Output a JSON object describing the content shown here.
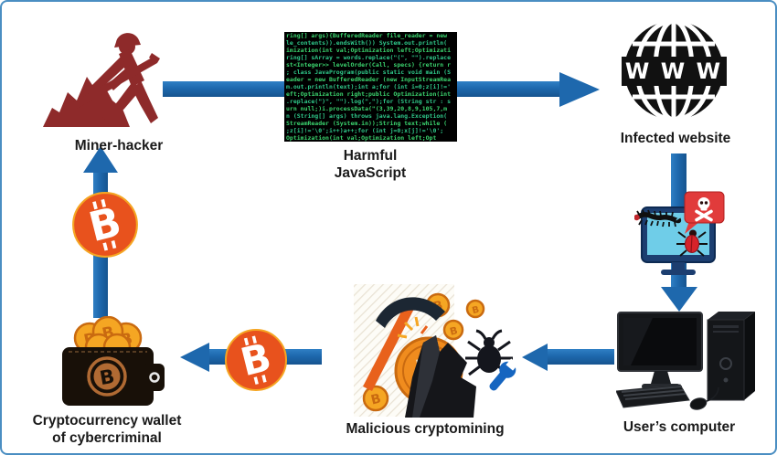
{
  "colors": {
    "arrow": "#1e68ad",
    "maroon": "#8e2a2a",
    "btc": "#e8521d",
    "btc_rim": "#f5a623",
    "gold": "#f5a623",
    "gold_dark": "#c96a10",
    "coin_orange": "#f08c1e",
    "border": "#4a8ec2",
    "code_bg": "#000000",
    "code_green": "#3bd56f",
    "label": "#1a1a1a",
    "navy": "#1c3e70",
    "screen_blue": "#6fcde8",
    "alert_red": "#e13b3b",
    "black_icon": "#111111",
    "wallet_black": "#181008",
    "wallet_brown": "#b06a33",
    "wrench_blue": "#1565c0",
    "rock": "#15161a"
  },
  "nodes": {
    "miner_hacker": {
      "label": "Miner-hacker"
    },
    "harmful_javascript": {
      "line1": "Harmful",
      "line2": "JavaScript"
    },
    "infected_website": {
      "label": "Infected website"
    },
    "users_computer": {
      "label": "User’s computer"
    },
    "malicious_cryptomining": {
      "label": "Malicious cryptomining"
    },
    "crypto_wallet": {
      "line1": "Cryptocurrency wallet",
      "line2": "of cybercriminal"
    }
  },
  "code_block": {
    "lines": [
      "ring[] args){BufferedReader file_reader = new",
      "le_contents)).endsWith()) System.out.println(",
      "imization(int val;Optimization left;Optimizati",
      "ring[] sArray = words.replace(\"(\", \"\").replace",
      "st<Integer>> levelOrder(Call, specs) {return r",
      "; class JavaProgram(public static void main (S",
      "eader = new BufferedReader (new InputStreamRea",
      "m.out.println(text);int a;for (int i=0;z[i]!='",
      "eft;Optimization right;public Optimization(int",
      ".replace(\")\", \"\").log(\",\");for (String str : s",
      "urn null;)i.processData(\"(3,39,20,8,9,105,7,m",
      "n (String[] args) throws java.lang.Exception(",
      "StreamReader (System.in));String text;while (",
      ";z[i]!='\\0';i++)a++;for (int j=0;x[j]!='\\0';",
      "Optimization(int val;Optimization left;Opt"
    ]
  },
  "icons": {
    "globe_text": "W W W",
    "bitcoin_symbol": "B"
  }
}
